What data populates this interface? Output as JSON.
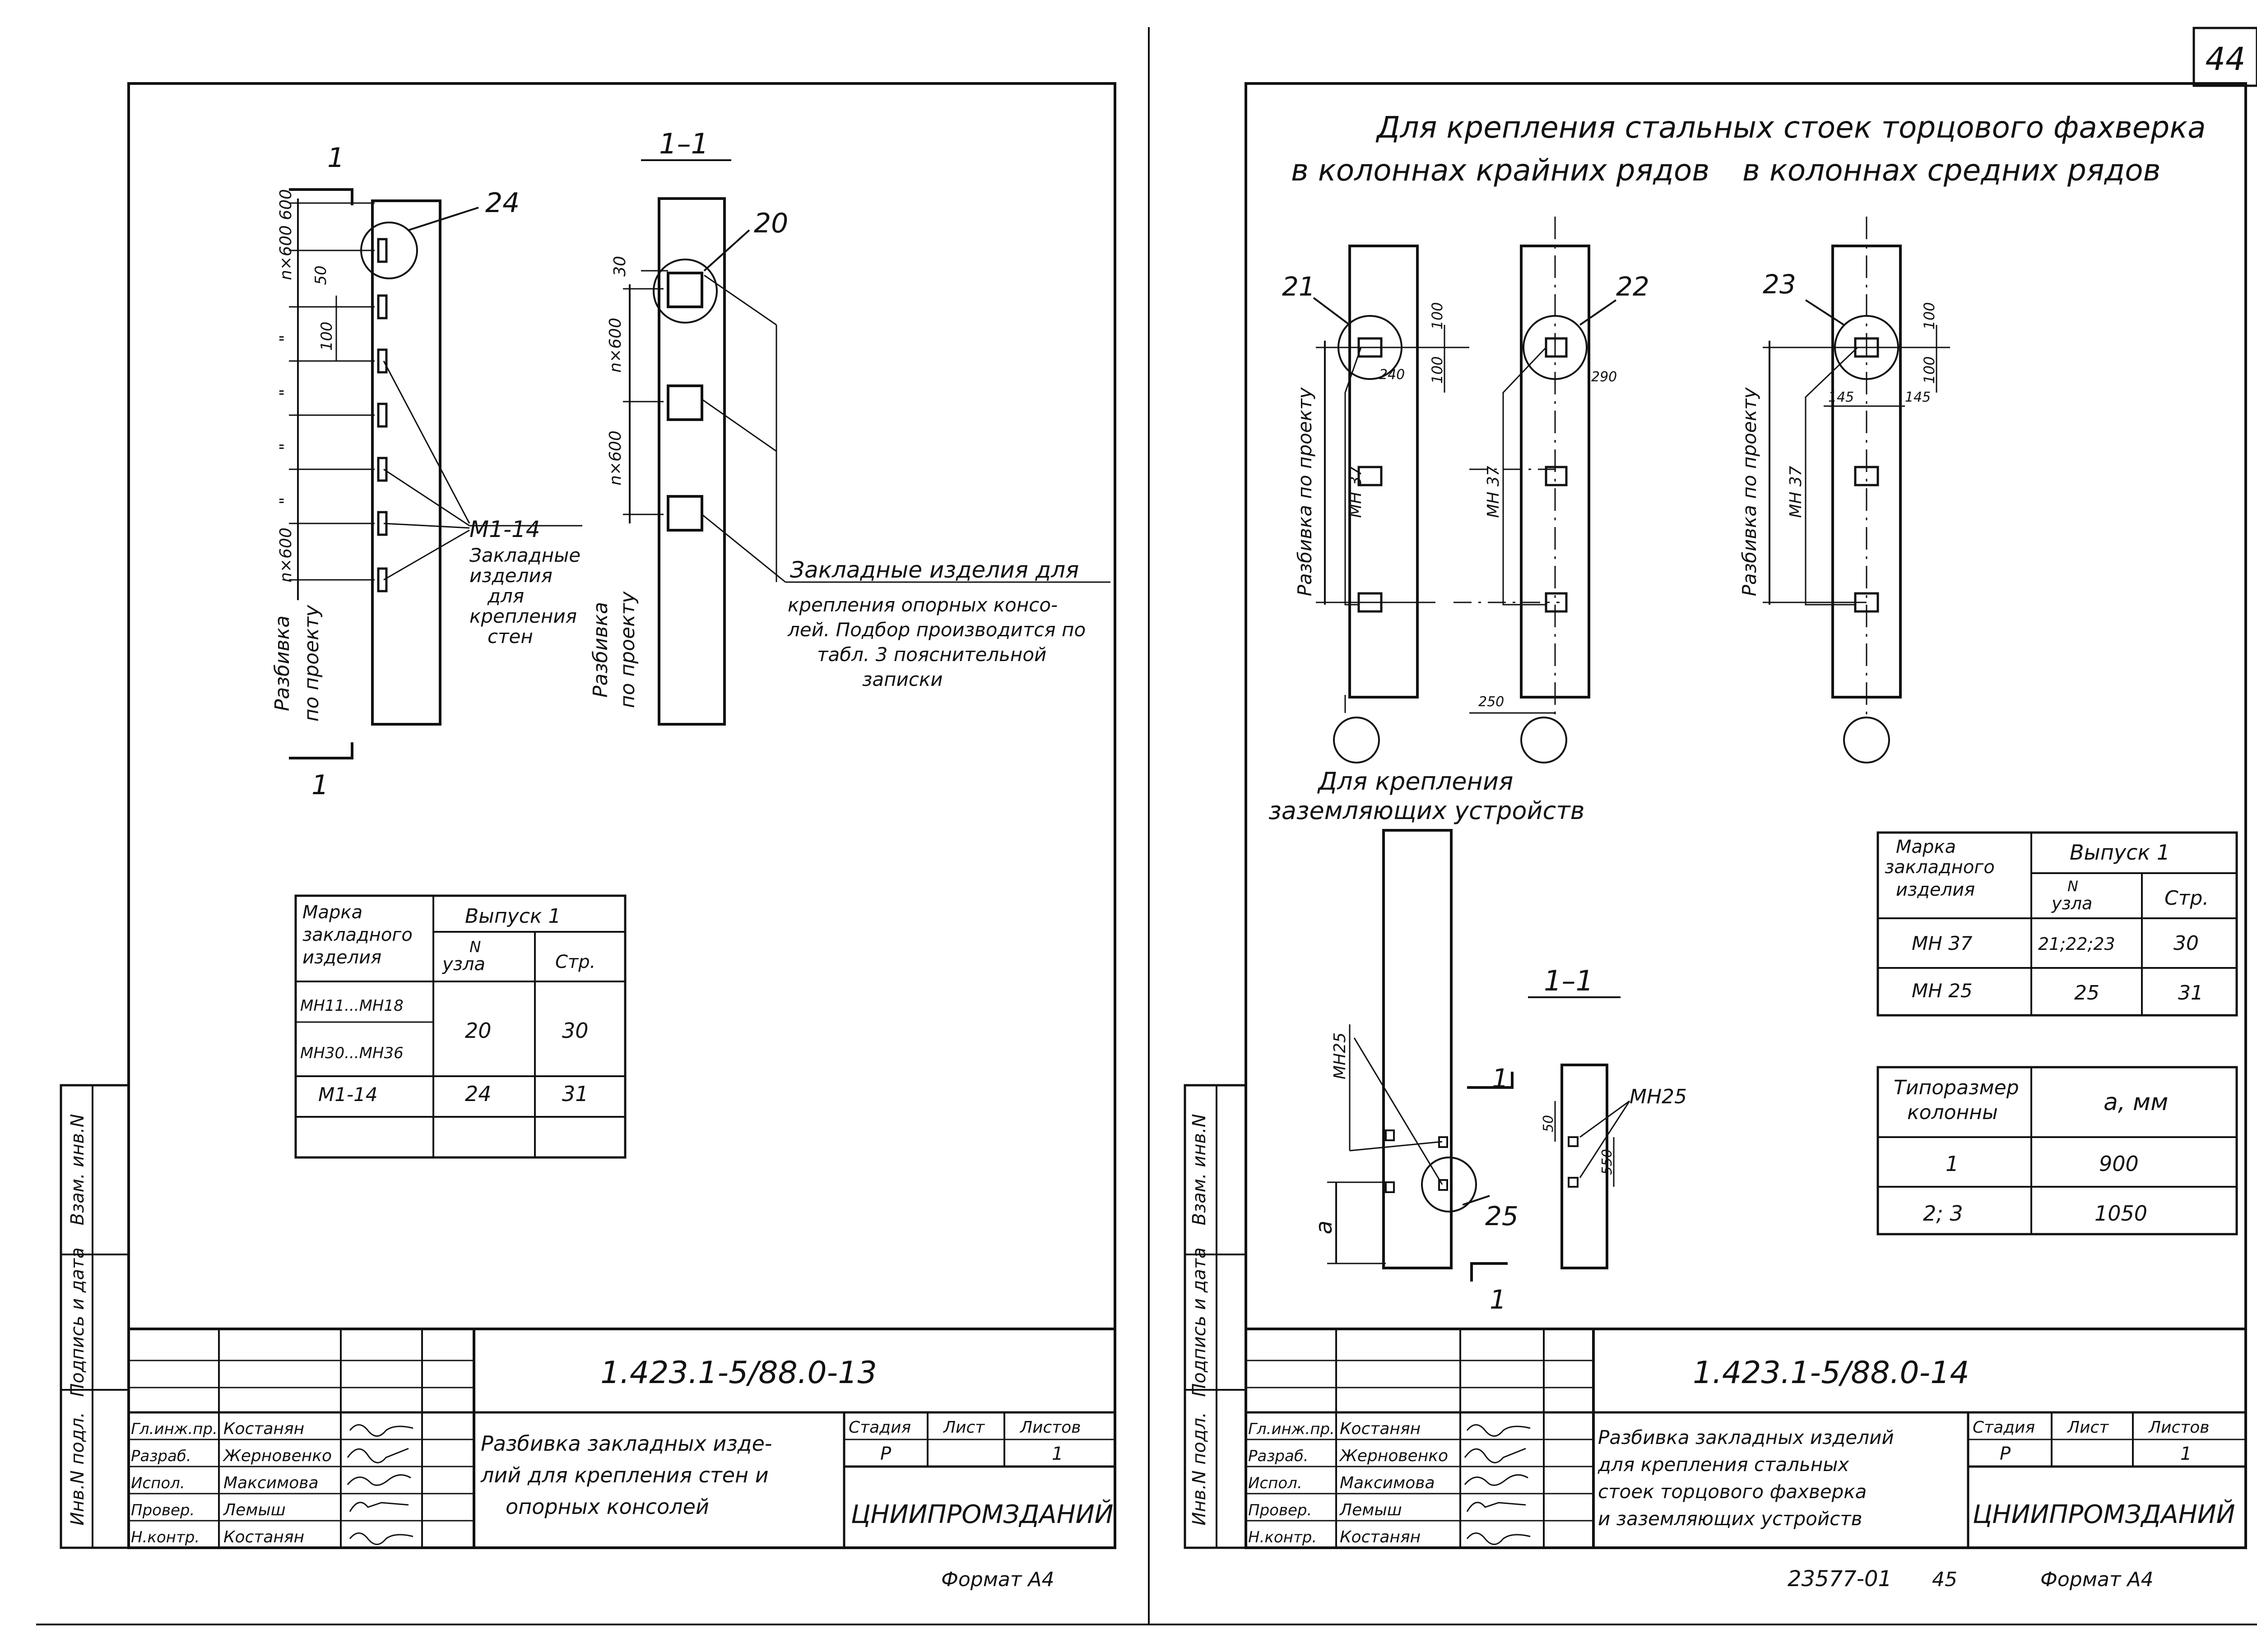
{
  "page_number": "44",
  "left_sheet": {
    "section_mark_1": "1",
    "section_mark_bottom": "1",
    "section_title": "1–1",
    "dims_vertical": [
      "n×600 600",
      "50",
      "100",
      "\"",
      "\"",
      "\"",
      "\"",
      "n×600"
    ],
    "dim_30": "30",
    "dim_nx600_a": "n×600",
    "dim_nx600_b": "n×600",
    "leader_24": "24",
    "leader_20": "20",
    "razbivka_line1": "Разбивка",
    "razbivka_line2": "по проекту",
    "razbivka2_line1": "Разбивка",
    "razbivka2_line2": "по проекту",
    "m1_label": "М1-14",
    "m1_desc": [
      "Закладные",
      "изделия",
      "для",
      "крепления",
      "стен"
    ],
    "zakl_desc": [
      "Закладные изделия для",
      "крепления опорных консо-",
      "лей. Подбор производится по",
      "табл. 3 пояснительной",
      "записки"
    ],
    "table": {
      "h_mark": [
        "Марка",
        "закладного",
        "изделия"
      ],
      "h_vypusk": "Выпуск 1",
      "h_uzla": [
        "N",
        "узла"
      ],
      "h_str": "Стр.",
      "rows": [
        {
          "mark": "МН11...МН18",
          "uzel": "",
          "str": ""
        },
        {
          "mark": "МН30...МН36",
          "uzel": "20",
          "str": "30"
        },
        {
          "mark": "М1-14",
          "uzel": "24",
          "str": "31"
        }
      ]
    },
    "side_labels": [
      "Взам. инв.N",
      "Подпись и дата",
      "Инв.N подл."
    ],
    "title_block": {
      "code": "1.423.1-5/88.0-13",
      "roles": [
        "Гл.инж.пр.",
        "Разраб.",
        "Испол.",
        "Провер.",
        "Н.контр."
      ],
      "names": [
        "Костанян",
        "Жерновенко",
        "Максимова",
        "Лемыш",
        "Костанян"
      ],
      "description": [
        "Разбивка закладных изде-",
        "лий для крепления стен и",
        "опорных консолей"
      ],
      "stadia_label": "Стадия",
      "list_label": "Лист",
      "listov_label": "Листов",
      "stadia": "Р",
      "listov": "1",
      "org": "ЦНИИПРОМЗДАНИЙ",
      "format": "Формат А4"
    }
  },
  "right_sheet": {
    "heading_line1": "Для крепления стальных стоек торцового фахверка",
    "heading_line2a": "в колоннах крайних рядов",
    "heading_line2b": "в колоннах средних рядов",
    "leaders": [
      "21",
      "22",
      "23",
      "25"
    ],
    "dims": [
      "100",
      "100",
      "240",
      "290",
      "100",
      "100",
      "145",
      "145",
      "250",
      "50",
      "550"
    ],
    "mh37": "МН 37",
    "razbivka": "Разбивка по проекту",
    "grounding_line1": "Для крепления",
    "grounding_line2": "заземляющих устройств",
    "section_title": "1–1",
    "section_mark": "1",
    "mh25": "МН25",
    "dim_a": "a",
    "table1": {
      "h_mark": [
        "Марка",
        "закладного",
        "изделия"
      ],
      "h_vypusk": "Выпуск 1",
      "h_uzla": [
        "N",
        "узла"
      ],
      "h_str": "Стр.",
      "rows": [
        {
          "mark": "МН 37",
          "uzel": "21;22;23",
          "str": "30"
        },
        {
          "mark": "МН 25",
          "uzel": "25",
          "str": "31"
        }
      ]
    },
    "table2": {
      "h_type": [
        "Типоразмер",
        "колонны"
      ],
      "h_a": "a, мм",
      "rows": [
        {
          "type": "1",
          "a": "900"
        },
        {
          "type": "2; 3",
          "a": "1050"
        }
      ]
    },
    "side_labels": [
      "Взам. инв.N",
      "Подпись и дата",
      "Инв.N подл."
    ],
    "title_block": {
      "code": "1.423.1-5/88.0-14",
      "roles": [
        "Гл.инж.пр.",
        "Разраб.",
        "Испол.",
        "Провер.",
        "Н.контр."
      ],
      "names": [
        "Костанян",
        "Жерновенко",
        "Максимова",
        "Лемыш",
        "Костанян"
      ],
      "description": [
        "Разбивка закладных изделий",
        "для крепления стальных",
        "стоек торцового фахверка",
        "и заземляющих устройств"
      ],
      "stadia_label": "Стадия",
      "list_label": "Лист",
      "listov_label": "Листов",
      "stadia": "Р",
      "listov": "1",
      "org": "ЦНИИПРОМЗДАНИЙ",
      "archive": "23577-01",
      "sheet_no": "45",
      "format": "Формат А4"
    }
  }
}
